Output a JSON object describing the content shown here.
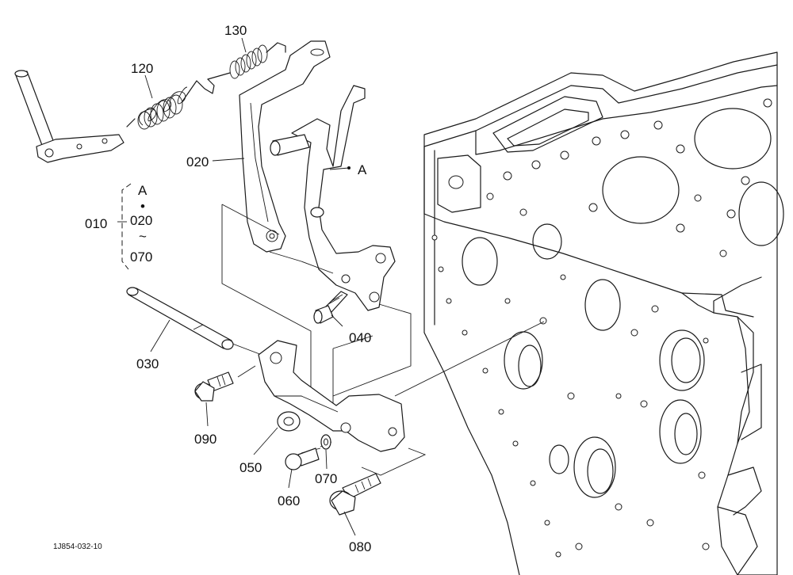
{
  "diagram": {
    "part_labels": {
      "p010": "010",
      "p020": "020",
      "p030": "030",
      "p040": "040",
      "p050": "050",
      "p060": "060",
      "p070": "070",
      "p080": "080",
      "p090": "090",
      "p120": "120",
      "p130": "130"
    },
    "callout_a": "A",
    "group_010": {
      "top": "A",
      "dot": "•",
      "from": "020",
      "tilde": "~",
      "to": "070"
    },
    "reference_code": "1J854-032-10"
  }
}
